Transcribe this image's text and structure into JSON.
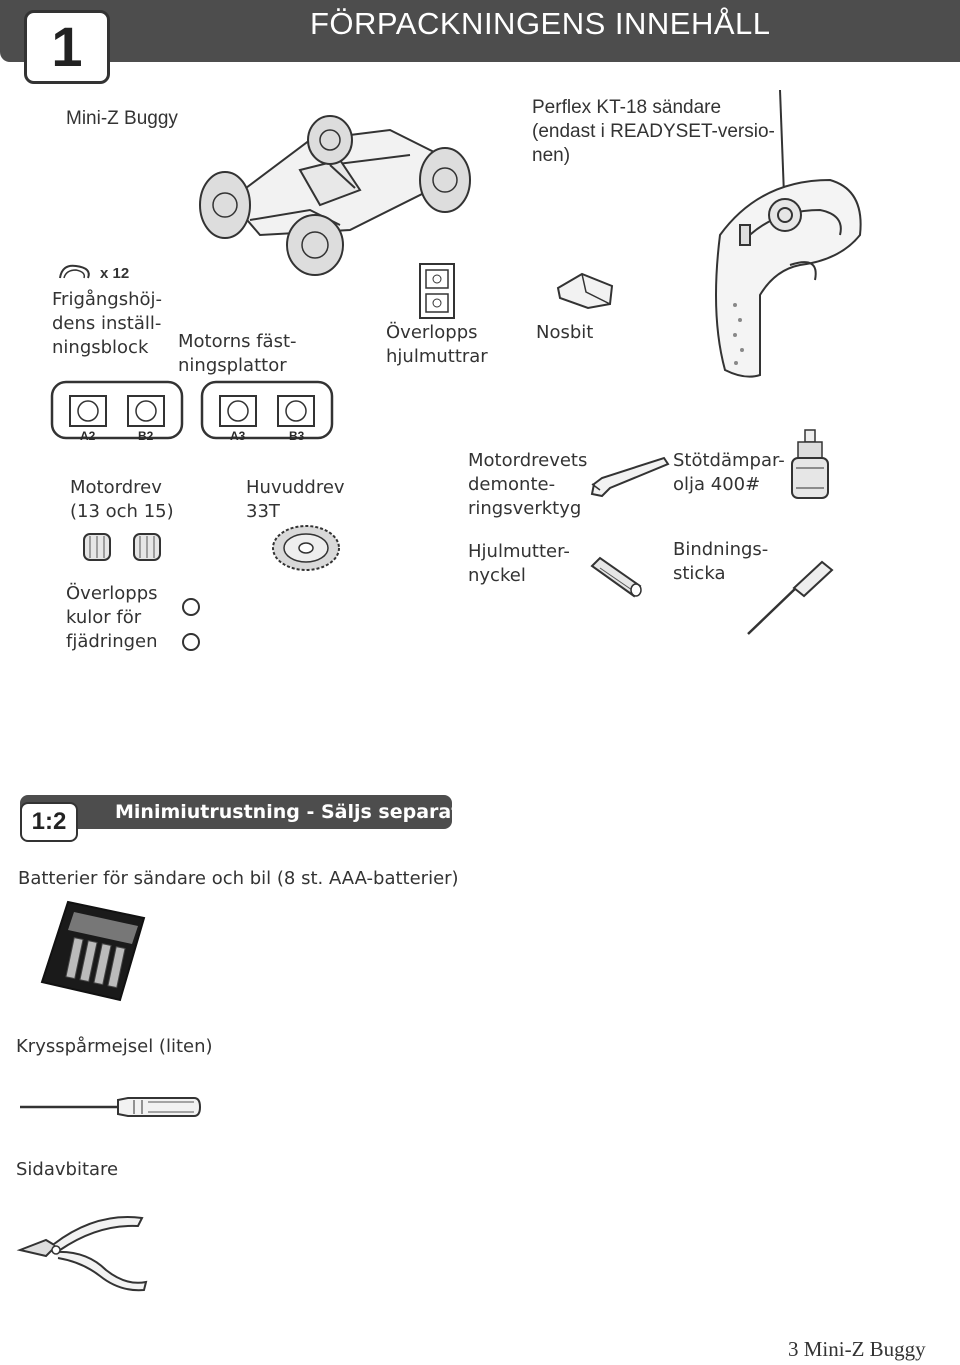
{
  "header": {
    "number": "1",
    "title": "FÖRPACKNINGENS INNEHÅLL"
  },
  "items": {
    "buggy": "Mini-Z Buggy",
    "transmitter": "Perflex KT-18 sändare\n(endast i READYSET-versio-\nnen)",
    "clip_count": "x 12",
    "clip": "Frigångshöj-\ndens inställ-\nningsblock",
    "motor_plates": "Motorns fäst-\nningsplattor",
    "wheel_nuts": "Överlopps\nhjulmuttrar",
    "nose": "Nosbit",
    "motor_gear": "Motordrev\n(13 och 15)",
    "main_gear": "Huvuddrev\n33T",
    "gear_tool": "Motordrevets\ndemonte-\nringsverktyg",
    "shock_oil": "Stötdämpar-\nolja 400#",
    "wheel_wrench": "Hjulmutter-\nnyckel",
    "bind_stick": "Bindnings-\nsticka",
    "balls": "Överlopps\nkulor för\nfjädringen"
  },
  "sprue_labels": {
    "a2": "A2",
    "b2": "B2",
    "a3": "A3",
    "b3": "B3"
  },
  "section2": {
    "number": "1:2",
    "title": "Minimiutrustning - Säljs separat",
    "batteries": "Batterier för sändare och bil (8 st. AAA-batterier)",
    "screwdriver": "Krysspårmejsel (liten)",
    "cutter": "Sidavbitare"
  },
  "footer": "3 Mini-Z Buggy"
}
